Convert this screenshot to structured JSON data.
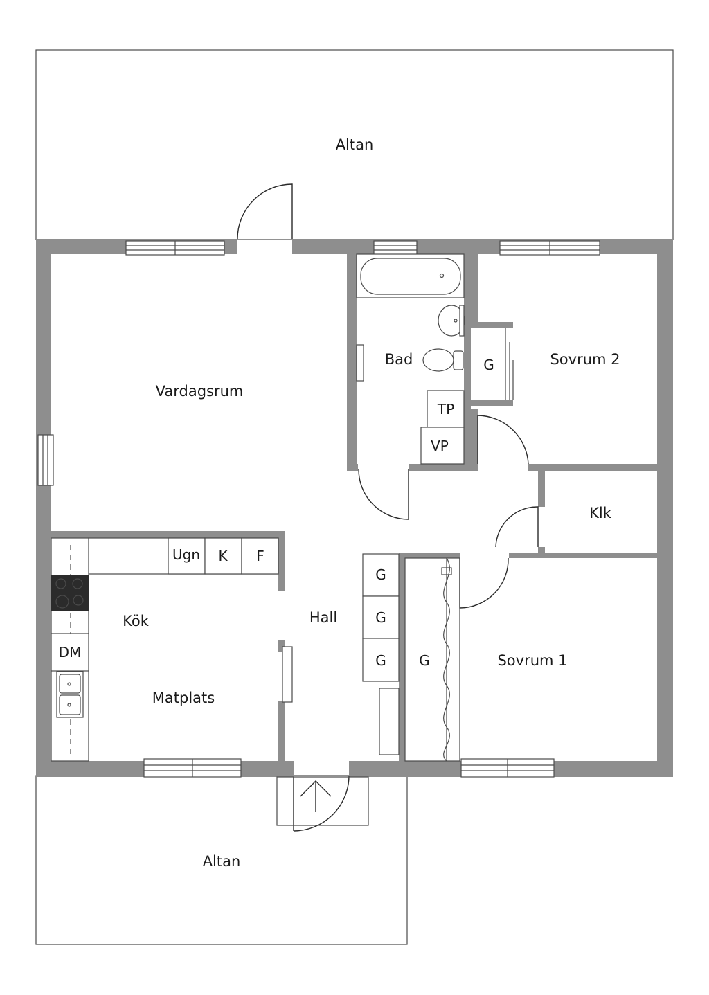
{
  "rooms": {
    "altan_top": "Altan",
    "altan_bottom": "Altan",
    "vardagsrum": "Vardagsrum",
    "bad": "Bad",
    "sovrum2": "Sovrum 2",
    "klk": "Klk",
    "kok": "Kök",
    "hall": "Hall",
    "matplats": "Matplats",
    "sovrum1": "Sovrum 1"
  },
  "fixtures": {
    "ugn": "Ugn",
    "k": "K",
    "f": "F",
    "dm": "DM",
    "tp": "TP",
    "vp": "VP",
    "g_bad": "G",
    "g_hall_1": "G",
    "g_hall_2": "G",
    "g_hall_3": "G",
    "g_sovrum1": "G"
  },
  "colors": {
    "wall": "#8e8e8e",
    "line": "#4a4a4a",
    "stove": "#2b2b2b"
  }
}
